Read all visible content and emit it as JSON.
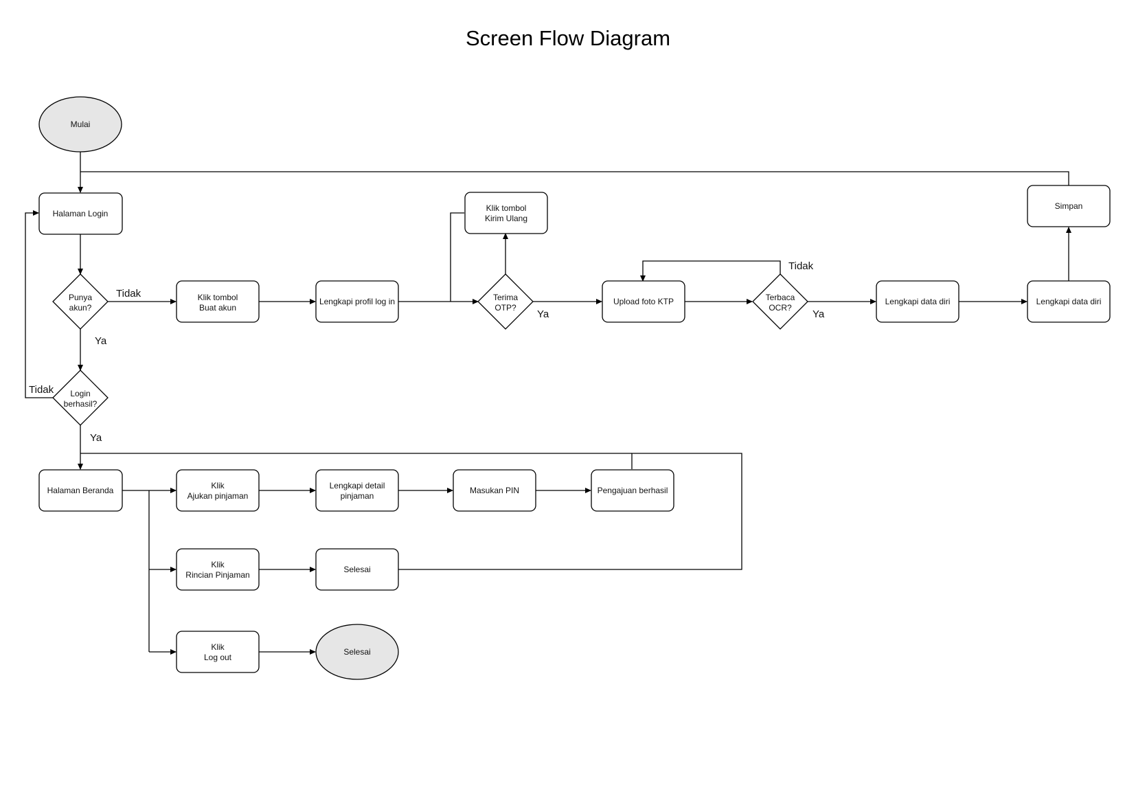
{
  "title": "Screen Flow Diagram",
  "nodes": {
    "mulai": "Mulai",
    "halaman_login": "Halaman Login",
    "punya_akun": [
      "Punya",
      "akun?"
    ],
    "klik_buat_akun": [
      "Klik tombol",
      "Buat akun"
    ],
    "lengkapi_profil": "Lengkapi profil log in",
    "klik_kirim_ulang": [
      "Klik tombol",
      "Kirim Ulang"
    ],
    "terima_otp": [
      "Terima",
      "OTP?"
    ],
    "upload_ktp": "Upload foto KTP",
    "terbaca_ocr": [
      "Terbaca",
      "OCR?"
    ],
    "lengkapi_data_1": "Lengkapi data diri",
    "lengkapi_data_2": "Lengkapi data diri",
    "simpan": "Simpan",
    "login_berhasil": [
      "Login",
      "berhasil?"
    ],
    "halaman_beranda": "Halaman Beranda",
    "klik_ajukan": [
      "Klik",
      "Ajukan pinjaman"
    ],
    "lengkapi_detail": [
      "Lengkapi detail",
      "pinjaman"
    ],
    "masukan_pin": "Masukan PIN",
    "pengajuan_berhasil": "Pengajuan berhasil",
    "klik_rincian": [
      "Klik",
      "Rincian Pinjaman"
    ],
    "selesai_box": "Selesai",
    "klik_logout": [
      "Klik",
      "Log out"
    ],
    "selesai_end": "Selesai"
  },
  "edge_labels": {
    "punya_tidak": "Tidak",
    "punya_ya": "Ya",
    "otp_ya": "Ya",
    "ocr_tidak": "Tidak",
    "ocr_ya": "Ya",
    "login_tidak": "Tidak",
    "login_ya": "Ya"
  },
  "colors": {
    "terminal_fill": "#e6e6e6",
    "box_fill": "#ffffff",
    "stroke": "#000000"
  }
}
